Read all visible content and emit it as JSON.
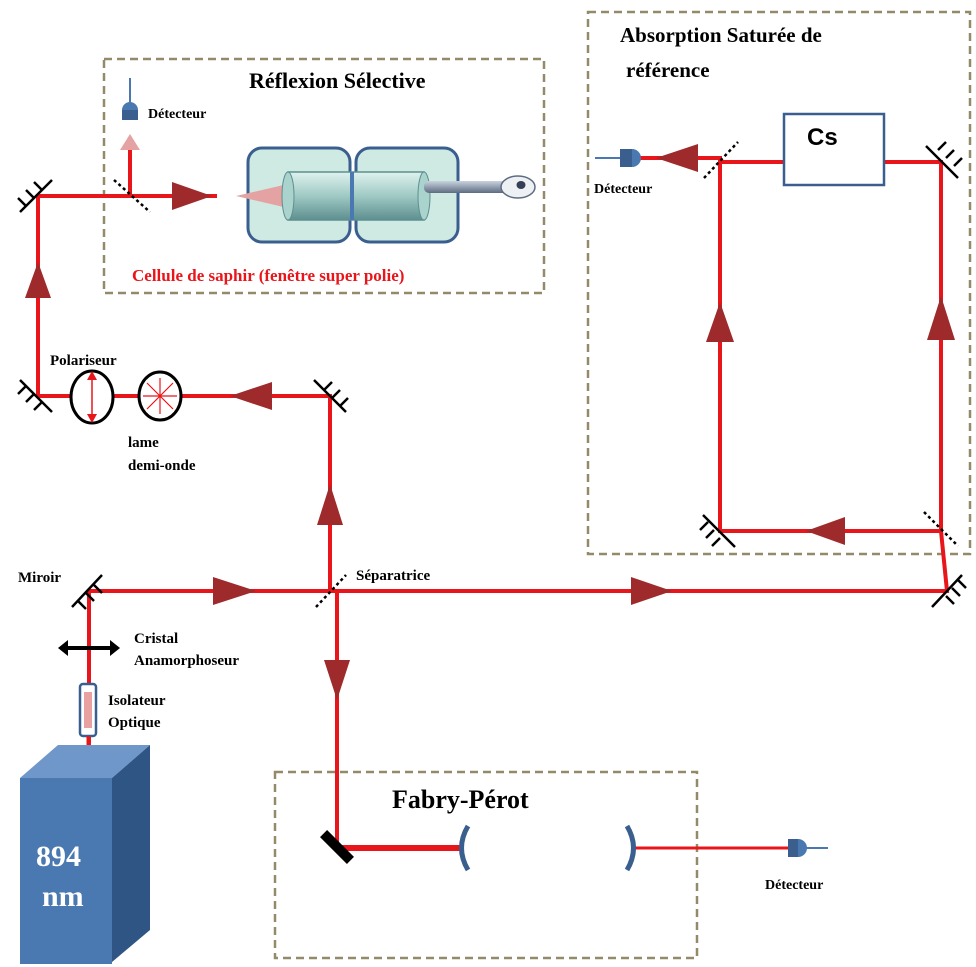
{
  "boxes": {
    "reflexion_title": "Réflexion Sélective",
    "sapphire_caption": "Cellule de saphir (fenêtre super polie)",
    "absorption_title_line1": "Absorption Saturée de",
    "absorption_title_line2": "référence",
    "fabry_perot_title": "Fabry-Pérot"
  },
  "labels": {
    "detector_rs": "Détecteur",
    "detector_sa": "Détecteur",
    "detector_fp": "Détecteur",
    "cs_cell": "Cs",
    "polariseur": "Polariseur",
    "half_wave_line1": "lame",
    "half_wave_line2": "demi-onde",
    "mirror": "Miroir",
    "beam_splitter": "Séparatrice",
    "crystal_line1": "Cristal",
    "crystal_line2": "Anamorphoseur",
    "isolator_line1": "Isolateur",
    "isolator_line2": "Optique"
  },
  "laser": {
    "line1": "894",
    "line2": "nm",
    "color": "#4a78b0"
  },
  "colors": {
    "beam": "#e8151b",
    "arrow": "#9e2a2b",
    "box_border": "#938a6a",
    "component": "#3a5f8f"
  },
  "icons": {
    "mirror": "hatched-mirror-icon",
    "detector": "photodiode-detector-icon",
    "arrow": "triangle-arrow-icon"
  }
}
